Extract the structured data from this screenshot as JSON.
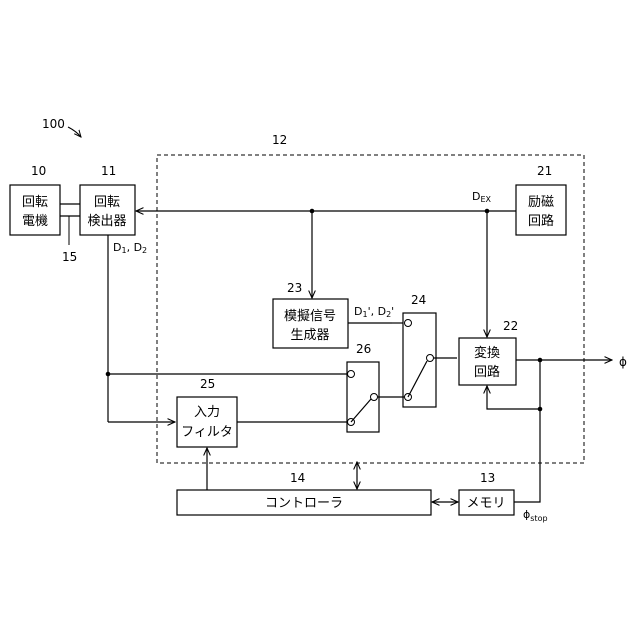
{
  "figure_label": "100",
  "region_12": {
    "ref": "12"
  },
  "blocks": {
    "motor": {
      "ref": "10",
      "lines": [
        "回転",
        "電機"
      ]
    },
    "detector": {
      "ref": "11",
      "lines": [
        "回転",
        "検出器"
      ]
    },
    "excitation": {
      "ref": "21",
      "lines": [
        "励磁",
        "回路"
      ]
    },
    "simulator": {
      "ref": "23",
      "lines": [
        "模擬信号",
        "生成器"
      ]
    },
    "filter": {
      "ref": "25",
      "lines": [
        "入力",
        "フィルタ"
      ]
    },
    "converter": {
      "ref": "22",
      "lines": [
        "変換",
        "回路"
      ]
    },
    "switch26": {
      "ref": "26"
    },
    "switch24": {
      "ref": "24"
    },
    "controller": {
      "ref": "14",
      "label": "コントローラ"
    },
    "memory": {
      "ref": "13",
      "label": "メモリ"
    }
  },
  "connector_15": {
    "ref": "15"
  },
  "signals": {
    "d_main": "D",
    "d_sub1": "1",
    "d_comma": ", D",
    "d_sub2": "2",
    "dsim_main": "D",
    "dsim_sub1": "1",
    "dsim_mid": "', D",
    "dsim_sub2": "2",
    "dsim_end": "'",
    "dex_main": "D",
    "dex_sub": "EX",
    "phi": "ϕ",
    "phistop_main": "ϕ",
    "phistop_sub": "stop"
  }
}
